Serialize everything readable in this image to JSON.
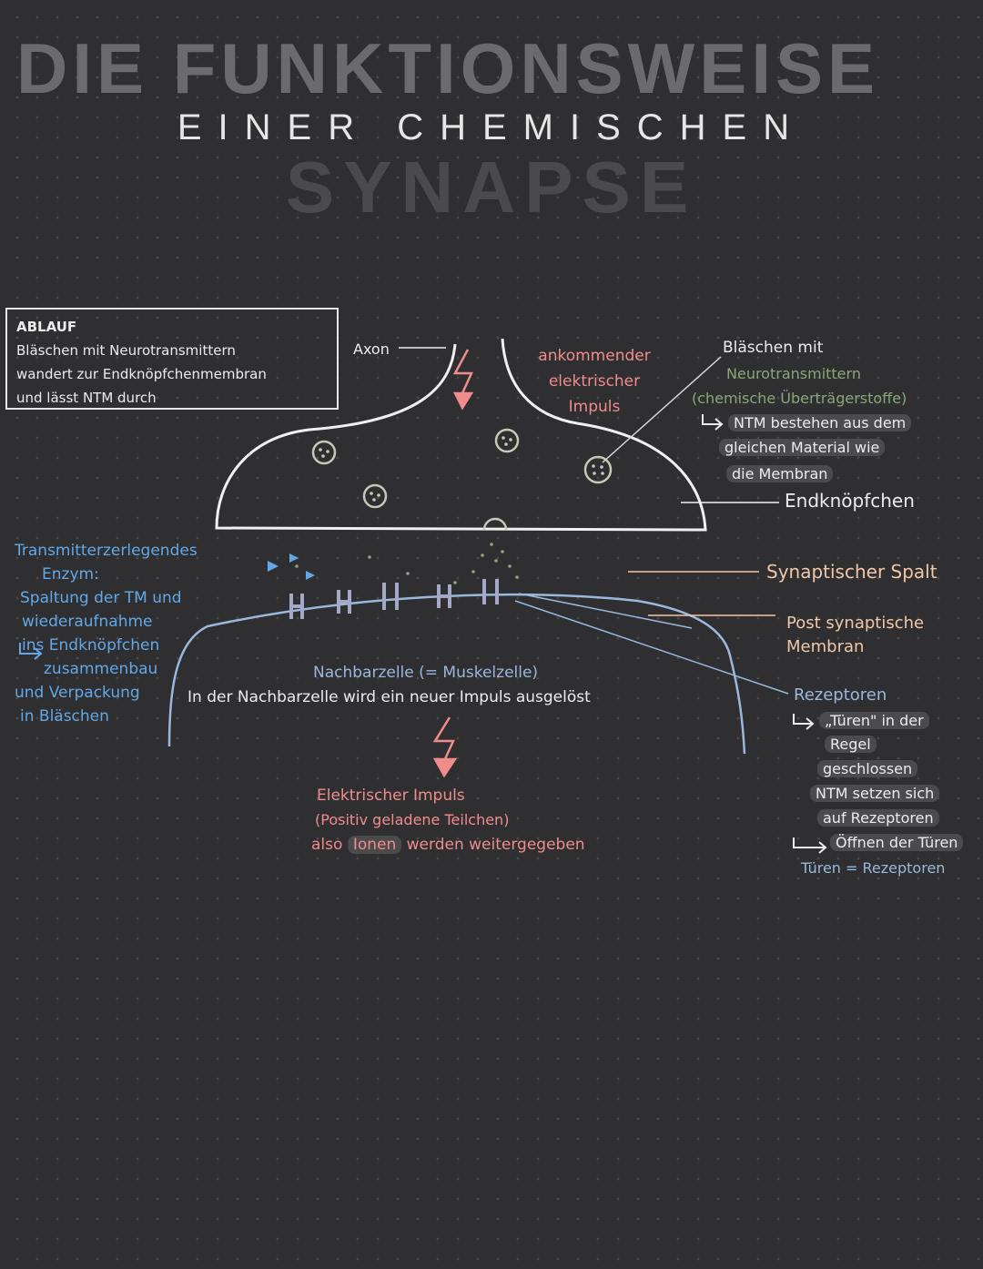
{
  "title": {
    "line1": "DIE FUNKTIONSWEISE",
    "line2": "EINER CHEMISCHEN",
    "line3": "SYNAPSE"
  },
  "ablauf": {
    "heading": "ABLAUF",
    "lines": [
      "Bläschen mit Neurotransmittern",
      "wandert zur Endknöpfchenmembran",
      "und lässt NTM durch"
    ]
  },
  "labels": {
    "axon": "Axon",
    "impulse": [
      "ankommender",
      "elektrischer",
      "Impuls"
    ],
    "blaeschen": {
      "line1": "Bläschen mit",
      "line2": "Neurotransmittern",
      "line3": "(chemische Überträgerstoffe)",
      "notes": [
        "NTM bestehen aus dem",
        "gleichen Material wie",
        "die Membran"
      ]
    },
    "endknoepfchen": "Endknöpfchen",
    "spalt": "Synaptischer Spalt",
    "post": [
      "Post synaptische",
      "Membran"
    ],
    "rezeptoren": {
      "title": "Rezeptoren",
      "lines": [
        "„Türen\" in der",
        "Regel",
        "geschlossen",
        "NTM setzen sich",
        "auf Rezeptoren",
        "Öffnen der Türen",
        "Türen = Rezeptoren"
      ]
    },
    "enzym": {
      "lines": [
        "Transmitterzerlegendes",
        "Enzym:",
        "Spaltung der TM und",
        "wiederaufnahme",
        "ins Endknöpfchen",
        "zusammenbau",
        "und Verpackung",
        "in Bläschen"
      ]
    },
    "nachbar": {
      "line1": "Nachbarzelle (= Muskelzelle)",
      "line2": "In der Nachbarzelle wird ein neuer Impuls ausgelöst"
    },
    "elektrisch": {
      "line1": "Elektrischer Impuls",
      "line2": "(Positiv geladene Teilchen)",
      "line3_pre": "also",
      "line3_hl": "Ionen",
      "line3_post": "werden weitergegeben"
    }
  },
  "colors": {
    "background": "#2f2f31",
    "pink": "#f08c8c",
    "blue": "#62a8e6",
    "green": "#8ca57a",
    "peach": "#f2c7a8",
    "membrane": "#9bb7dd",
    "receptor": "#a6a8c7"
  }
}
